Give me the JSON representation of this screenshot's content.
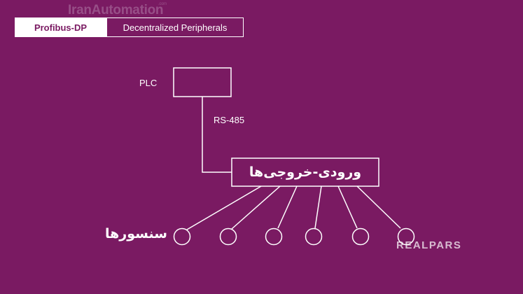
{
  "watermark": {
    "text": "IranAutomation",
    "sub": ".com"
  },
  "header": {
    "tab_label": "Profibus-DP",
    "description": "Decentralized Peripherals"
  },
  "diagram": {
    "plc_label": "PLC",
    "bus_label": "RS-485",
    "io_label": "ورودی-خروجی‌ها",
    "sensors_label": "سنسورها",
    "sensor_count": 6
  },
  "brand": {
    "text": "REALPARS"
  },
  "colors": {
    "background": "#7a1a62",
    "foreground": "#ffffff"
  }
}
